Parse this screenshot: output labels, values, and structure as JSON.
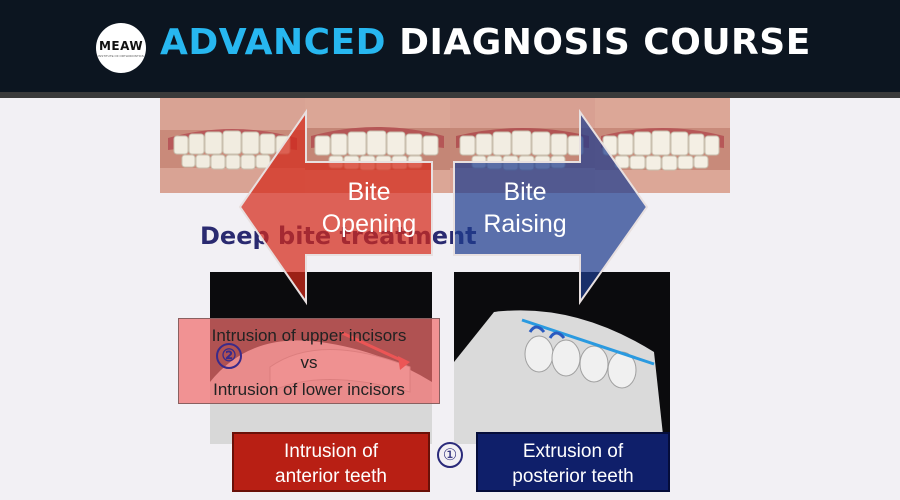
{
  "banner": {
    "logo_text": "MEAW",
    "logo_subtext": "INSTITUTE OF ORTHODONTICS",
    "title_accent": "ADVANCED",
    "title_rest": "DIAGNOSIS COURSE"
  },
  "slide": {
    "heading": "Deep bite treatment",
    "left_arrow": {
      "line1": "Bite",
      "line2": "Opening",
      "color": "#d42a1a"
    },
    "right_arrow": {
      "line1": "Bite",
      "line2": "Raising",
      "color": "#1f3d8f"
    },
    "intrusion_box": {
      "line1": "Intrusion of upper incisors",
      "line2": "vs",
      "line3": "Intrusion of lower incisors"
    },
    "marker_two": "②",
    "marker_one": "①",
    "anterior_box": {
      "line1": "Intrusion of",
      "line2": "anterior teeth"
    },
    "posterior_box": {
      "line1": "Extrusion of",
      "line2": "posterior teeth"
    }
  },
  "colors": {
    "banner_bg": "#0c1520",
    "accent": "#27b7f0",
    "red_box": "#b81f14",
    "blue_box": "#0f1f6a"
  }
}
